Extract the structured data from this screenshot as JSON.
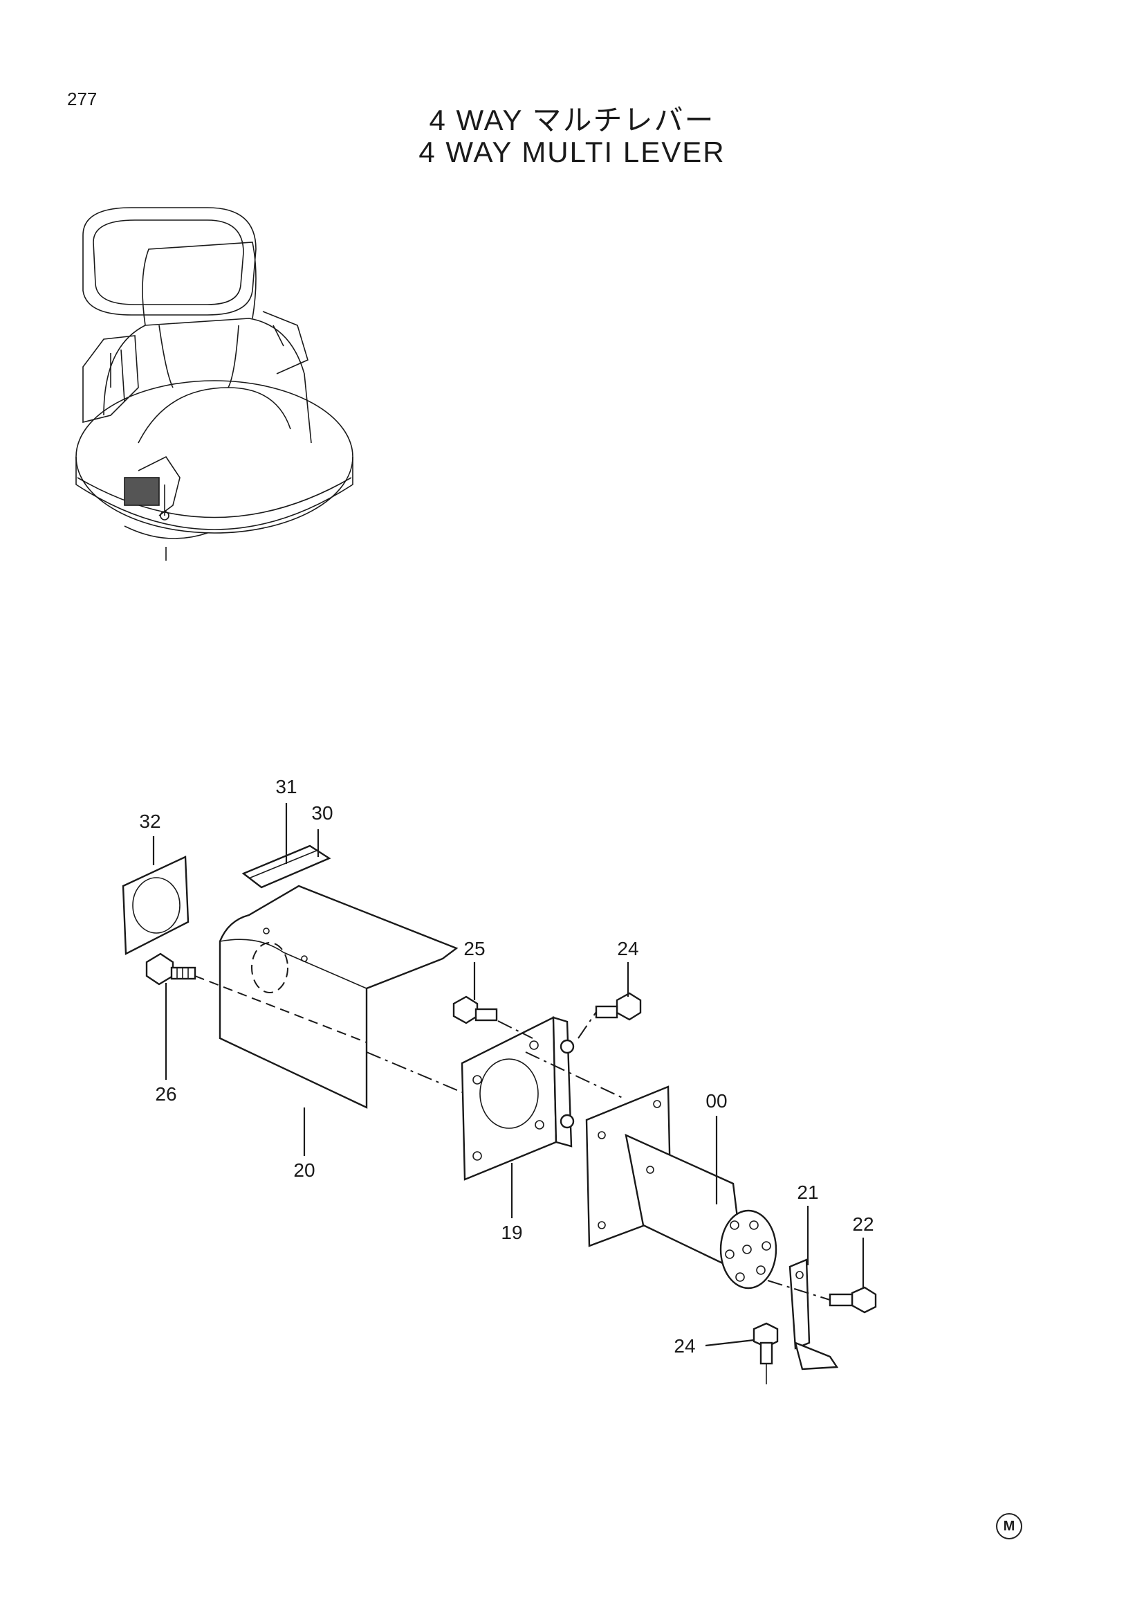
{
  "page": {
    "number": "277",
    "title_jp": "4 WAY マルチレバー",
    "title_en": "4 WAY MULTI LEVER",
    "mark": "M"
  },
  "callouts": {
    "p00": "00",
    "p19": "19",
    "p20": "20",
    "p21": "21",
    "p22": "22",
    "p24a": "24",
    "p24b": "24",
    "p25": "25",
    "p26": "26",
    "p30": "30",
    "p31": "31",
    "p32": "32"
  }
}
